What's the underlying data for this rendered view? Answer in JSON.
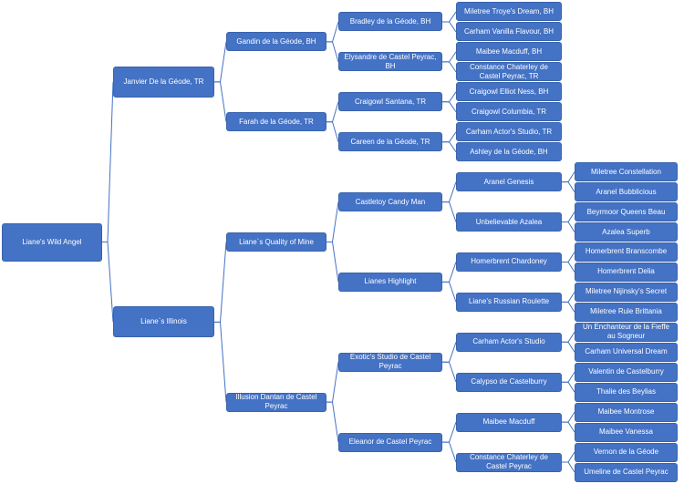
{
  "tree": {
    "label": "Liane's Wild Angel",
    "children": [
      {
        "label": "Janvier De la Géode, TR",
        "children": [
          {
            "label": "Gandin de la Géode, BH",
            "children": [
              {
                "label": "Bradley de la Géode, BH",
                "children": [
                  {
                    "label": "Miletree Troye's Dream, BH"
                  },
                  {
                    "label": "Carham Vanilla Flavour, BH"
                  }
                ]
              },
              {
                "label": "Elysandre de Castel Peyrac, BH",
                "children": [
                  {
                    "label": "Maibee Macduff, BH"
                  },
                  {
                    "label": "Constance Chaterley de Castel Peyrac, TR"
                  }
                ]
              }
            ]
          },
          {
            "label": "Farah de la Géode, TR",
            "children": [
              {
                "label": "Craigowl Santana, TR",
                "children": [
                  {
                    "label": "Craigowl Elliot Ness, BH"
                  },
                  {
                    "label": "Craigowl Columbia, TR"
                  }
                ]
              },
              {
                "label": "Careen de la Géode, TR",
                "children": [
                  {
                    "label": "Carham Actor's Studio, TR"
                  },
                  {
                    "label": "Ashley de la Géode, BH"
                  }
                ]
              }
            ]
          }
        ]
      },
      {
        "label": "Liane`s Illinois",
        "children": [
          {
            "label": "Liane`s Quality of Mine",
            "children": [
              {
                "label": "Castletoy Candy Man",
                "children": [
                  {
                    "label": "Aranel Genesis",
                    "children": [
                      {
                        "label": "Miletree Constellation"
                      },
                      {
                        "label": "Aranel Bubblicious"
                      }
                    ]
                  },
                  {
                    "label": "Unbelievable Azalea",
                    "children": [
                      {
                        "label": "Beyrmoor Queens Beau"
                      },
                      {
                        "label": "Azalea Superb"
                      }
                    ]
                  }
                ]
              },
              {
                "label": "Lianes Highlight",
                "children": [
                  {
                    "label": "Homerbrent Chardoney",
                    "children": [
                      {
                        "label": "Homerbrent Branscombe"
                      },
                      {
                        "label": "Homerbrent Delia"
                      }
                    ]
                  },
                  {
                    "label": "Liane's Russian Roulette",
                    "children": [
                      {
                        "label": "Miletree Nijinsky's Secret"
                      },
                      {
                        "label": "Miletree Rule Brittania"
                      }
                    ]
                  }
                ]
              }
            ]
          },
          {
            "label": "Illusion Dantan de Castel Peyrac",
            "children": [
              {
                "label": "Exotic's Studio de Castel Peyrac",
                "children": [
                  {
                    "label": "Carham Actor's Studio",
                    "children": [
                      {
                        "label": "Un Enchanteur de la Fieffe au Sogneur"
                      },
                      {
                        "label": "Carham Universal Dream"
                      }
                    ]
                  },
                  {
                    "label": "Calypso de Castelburry",
                    "children": [
                      {
                        "label": "Valentin de Castelburry"
                      },
                      {
                        "label": "Thalie des Beylias"
                      }
                    ]
                  }
                ]
              },
              {
                "label": "Eleanor de Castel Peyrac",
                "children": [
                  {
                    "label": "Maibee Macduff",
                    "children": [
                      {
                        "label": "Maibee Montrose"
                      },
                      {
                        "label": "Maibee Vanessa"
                      }
                    ]
                  },
                  {
                    "label": "Constance Chaterley de Castel Peyrac",
                    "children": [
                      {
                        "label": "Vernon de la Géode"
                      },
                      {
                        "label": "Umeline de Castel Peyrac"
                      }
                    ]
                  }
                ]
              }
            ]
          }
        ]
      }
    ]
  },
  "colors": {
    "node_fill": "#4472c4",
    "node_text": "#ffffff",
    "connector": "#4472c4"
  }
}
